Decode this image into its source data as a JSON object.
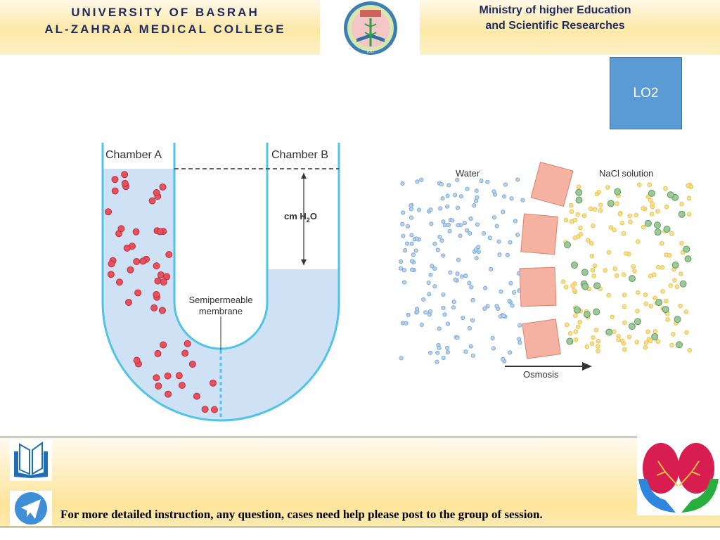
{
  "header": {
    "university": "UNIVERSITY OF BASRAH",
    "college": "AL-ZAHRAA MEDICAL COLLEGE",
    "ministry_line1": "Ministry of higher Education",
    "ministry_line2": "and Scientific Researches",
    "logo_year": "2017"
  },
  "badge": {
    "label": "LO2"
  },
  "utube": {
    "chamber_a": "Chamber A",
    "chamber_b": "Chamber B",
    "height_label": "cm H",
    "height_sub": "2",
    "height_tail": "O",
    "membrane_line1": "Semipermeable",
    "membrane_line2": "membrane"
  },
  "osmosis": {
    "water": "Water",
    "nacl": "NaCl solution",
    "arrow_label": "Osmosis"
  },
  "footer": {
    "text": "For more detailed instruction, any question, cases need help please post to the group of session."
  },
  "colors": {
    "navy": "#1f2a5c",
    "badge": "#5b9bd5",
    "tube": "#4fc3e8",
    "fill": "#cfe2f5",
    "solute": "#e8505b"
  }
}
